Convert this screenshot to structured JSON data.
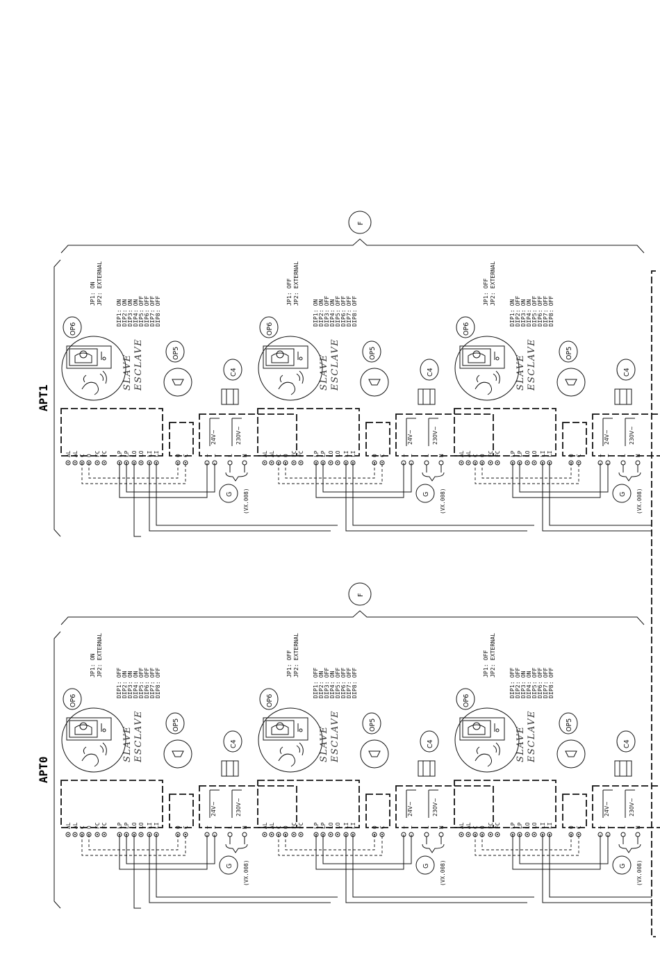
{
  "feeder_label": "F",
  "power_label": "G",
  "power_model": "(VX.008)",
  "terminals": {
    "monitor": [
      "AL",
      "AL",
      "C",
      "O",
      "FC",
      "FC",
      "LP",
      "LP",
      "LO",
      "LO",
      "LI",
      "LI"
    ],
    "oc": [
      "O",
      "C"
    ],
    "psu_out": [
      "~",
      "~"
    ],
    "psu_in": [
      "L",
      "N"
    ]
  },
  "psu_labels": {
    "out": "24V~",
    "in": "230V~"
  },
  "tags": {
    "op6": "OP6",
    "op5": "OP5",
    "c4": "C4"
  },
  "unit_text": {
    "slave": "SLAVE",
    "esclave": "ESCLAVE"
  },
  "rows": [
    {
      "label": "APT1",
      "units": [
        {
          "jp": [
            "JP1: ON",
            "JP2: EXTERNAL"
          ],
          "dip": [
            "DIP1: ON",
            "DIP2: ON",
            "DIP3: ON",
            "DIP4: ON",
            "DIP5: OFF",
            "DIP6: OFF",
            "DIP7: OFF",
            "DIP8: OFF"
          ]
        },
        {
          "jp": [
            "JP1: OFF",
            "JP2: EXTERNAL"
          ],
          "dip": [
            "DIP1: ON",
            "DIP2: ON",
            "DIP3: OFF",
            "DIP4: ON",
            "DIP5: OFF",
            "DIP6: OFF",
            "DIP7: OFF",
            "DIP8: OFF"
          ]
        },
        {
          "jp": [
            "JP1: OFF",
            "JP2: EXTERNAL"
          ],
          "dip": [
            "DIP1: ON",
            "DIP2: OFF",
            "DIP3: ON",
            "DIP4: ON",
            "DIP5: OFF",
            "DIP6: OFF",
            "DIP7: OFF",
            "DIP8: OFF"
          ]
        }
      ]
    },
    {
      "label": "APT0",
      "units": [
        {
          "jp": [
            "JP1: ON",
            "JP2: EXTERNAL"
          ],
          "dip": [
            "DIP1: OFF",
            "DIP2: ON",
            "DIP3: ON",
            "DIP4: ON",
            "DIP5: OFF",
            "DIP6: OFF",
            "DIP7: OFF",
            "DIP8: OFF"
          ]
        },
        {
          "jp": [
            "JP1: OFF",
            "JP2: EXTERNAL"
          ],
          "dip": [
            "DIP1: OFF",
            "DIP2: ON",
            "DIP3: OFF",
            "DIP4: ON",
            "DIP5: OFF",
            "DIP6: OFF",
            "DIP7: OFF",
            "DIP8: OFF"
          ]
        },
        {
          "jp": [
            "JP1: OFF",
            "JP2: EXTERNAL"
          ],
          "dip": [
            "DIP1: OFF",
            "DIP2: OFF",
            "DIP3: ON",
            "DIP4: ON",
            "DIP5: OFF",
            "DIP6: OFF",
            "DIP7: OFF",
            "DIP8: OFF"
          ]
        }
      ]
    }
  ]
}
